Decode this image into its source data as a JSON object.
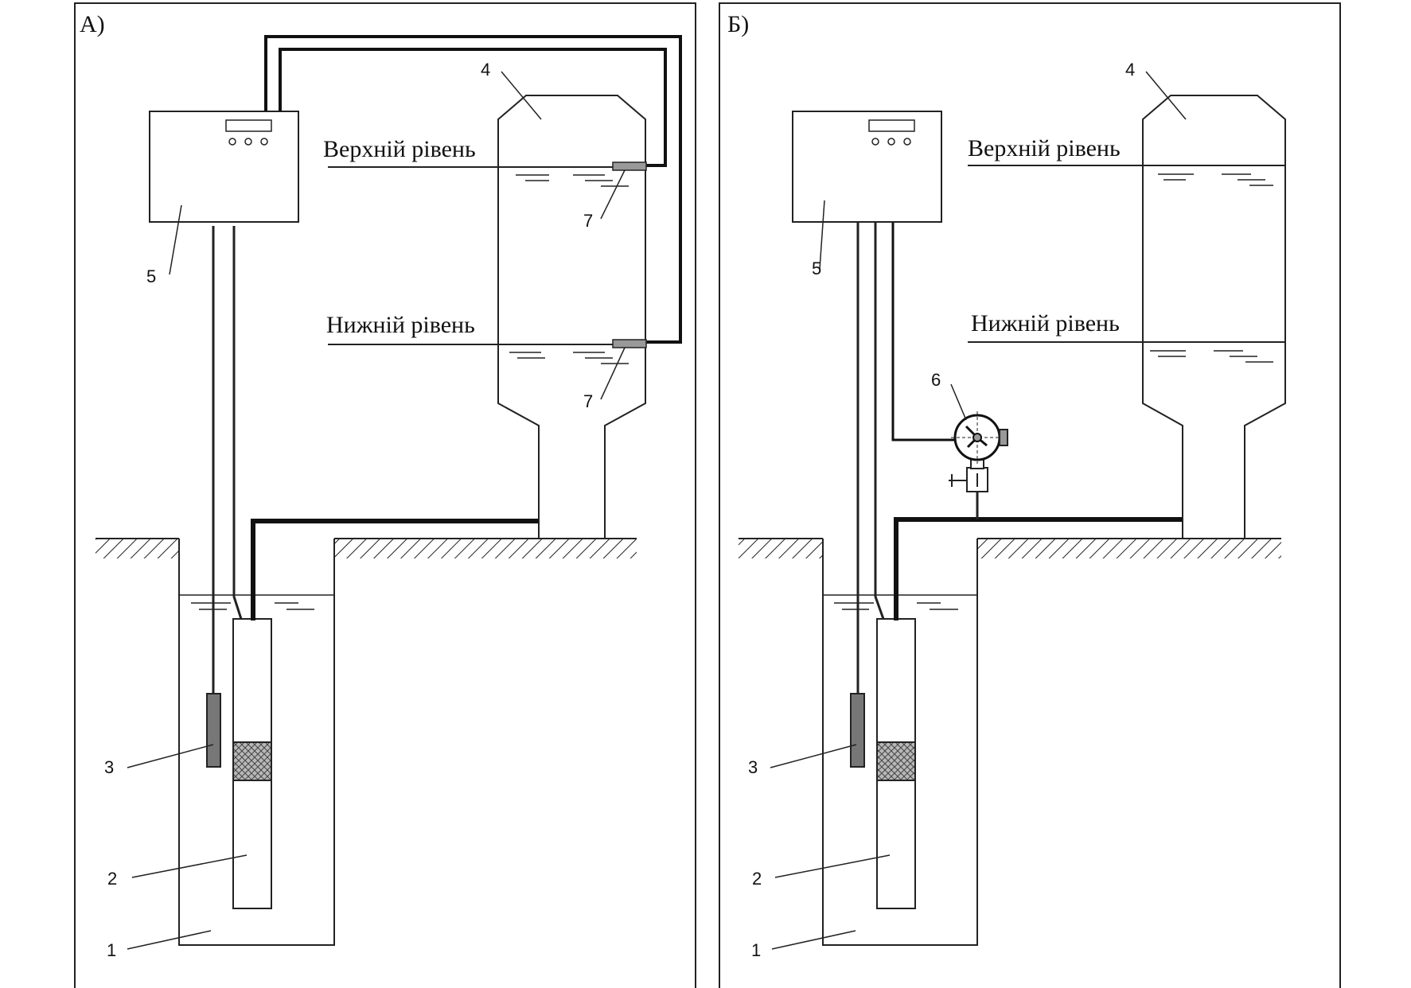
{
  "panels": [
    {
      "title": "А)",
      "labels": {
        "n1": "1",
        "n2": "2",
        "n3": "3",
        "n4": "4",
        "n5": "5",
        "n7a": "7",
        "n7b": "7"
      },
      "upper_level": "Верхній рівень",
      "lower_level": "Нижній рівень"
    },
    {
      "title": "Б)",
      "labels": {
        "n1": "1",
        "n2": "2",
        "n3": "3",
        "n4": "4",
        "n5": "5",
        "n6": "6"
      },
      "upper_level": "Верхній рівень",
      "lower_level": "Нижній рівень"
    }
  ]
}
